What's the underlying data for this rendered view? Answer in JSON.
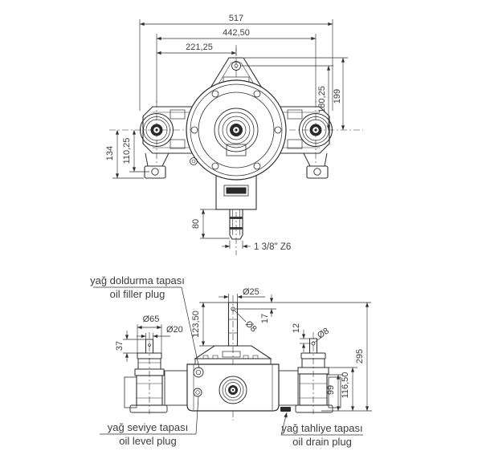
{
  "drawing": {
    "type": "technical-drawing-2-views",
    "front": {
      "dim_overall_width": "517",
      "dim_hub_span": "442,50",
      "dim_half_span": "221,25",
      "dim_mount_hole_height": "180,25",
      "dim_bracket_top_height": "199",
      "dim_foot_drop": "134",
      "dim_foot_hole_drop": "110,25",
      "dim_spline_length": "80",
      "dim_spline_spec": "1 3/8\" Z6"
    },
    "rear": {
      "dim_shaft_height": "123,50",
      "dim_input_shaft_dia": "Ø25",
      "dim_input_hole_dia": "Ø8",
      "dim_input_hole_offset": "17",
      "dim_side_hole_offset": "12",
      "dim_side_hole_dia": "Ø8",
      "dim_housing_dia": "Ø65",
      "dim_stub_dia": "Ø20",
      "dim_stub_length": "37",
      "dim_step_height": "99",
      "dim_flange_height": "116,50",
      "dim_overall_height": "295",
      "label_filler_tr": "yağ doldurma tapası",
      "label_filler_en": "oil filler plug",
      "label_level_tr": "yağ seviye tapası",
      "label_level_en": "oil level plug",
      "label_drain_tr": "yağ tahliye tapası",
      "label_drain_en": "oil drain plug"
    },
    "colors": {
      "line": "#2e2e2e",
      "text": "#3c3c3c",
      "background": "#ffffff",
      "logo_fill": "#2a2a2a"
    }
  }
}
